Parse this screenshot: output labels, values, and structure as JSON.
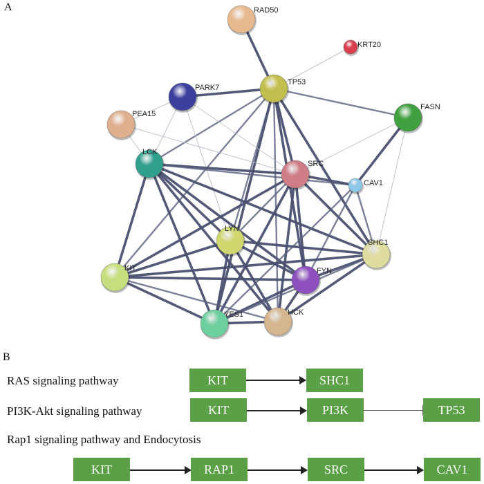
{
  "panel_a": {
    "label": "A",
    "nodes": [
      {
        "id": "RAD50",
        "color": "#e6b98f"
      },
      {
        "id": "KRT20",
        "color": "#d8404e"
      },
      {
        "id": "TP53",
        "color": "#c3bf4e"
      },
      {
        "id": "PARK7",
        "color": "#3b3f9e"
      },
      {
        "id": "PEA15",
        "color": "#dfaf8e"
      },
      {
        "id": "FASN",
        "color": "#3fa040"
      },
      {
        "id": "LCK",
        "color": "#2f9f8e"
      },
      {
        "id": "SRC",
        "color": "#cf7d86"
      },
      {
        "id": "CAV1",
        "color": "#8ec8e8"
      },
      {
        "id": "LYN",
        "color": "#cfd76e"
      },
      {
        "id": "SHC1",
        "color": "#dedc9e"
      },
      {
        "id": "KIT",
        "color": "#c6df7e"
      },
      {
        "id": "FYN",
        "color": "#8e50bf"
      },
      {
        "id": "YES1",
        "color": "#6ecf9e"
      },
      {
        "id": "HCK",
        "color": "#d6b68e"
      }
    ],
    "edges": [
      [
        "RAD50",
        "TP53",
        "strong"
      ],
      [
        "KRT20",
        "TP53",
        "weak"
      ],
      [
        "TP53",
        "PARK7",
        "strong"
      ],
      [
        "TP53",
        "FASN",
        "medium"
      ],
      [
        "TP53",
        "LCK",
        "medium"
      ],
      [
        "TP53",
        "SRC",
        "strong"
      ],
      [
        "TP53",
        "LYN",
        "medium"
      ],
      [
        "TP53",
        "KIT",
        "medium"
      ],
      [
        "TP53",
        "FYN",
        "strong"
      ],
      [
        "TP53",
        "HCK",
        "medium"
      ],
      [
        "TP53",
        "SHC1",
        "strong"
      ],
      [
        "TP53",
        "YES1",
        "strong"
      ],
      [
        "PARK7",
        "PEA15",
        "weak"
      ],
      [
        "PARK7",
        "LCK",
        "weak"
      ],
      [
        "PARK7",
        "SRC",
        "weak"
      ],
      [
        "PARK7",
        "LYN",
        "weak"
      ],
      [
        "PEA15",
        "SRC",
        "weak"
      ],
      [
        "PEA15",
        "LCK",
        "weak"
      ],
      [
        "FASN",
        "CAV1",
        "strong"
      ],
      [
        "FASN",
        "SHC1",
        "weak"
      ],
      [
        "FASN",
        "SRC",
        "weak"
      ],
      [
        "LCK",
        "SRC",
        "strong"
      ],
      [
        "LCK",
        "CAV1",
        "medium"
      ],
      [
        "LCK",
        "LYN",
        "strong"
      ],
      [
        "LCK",
        "KIT",
        "strong"
      ],
      [
        "LCK",
        "FYN",
        "strong"
      ],
      [
        "LCK",
        "YES1",
        "strong"
      ],
      [
        "LCK",
        "HCK",
        "strong"
      ],
      [
        "LCK",
        "SHC1",
        "strong"
      ],
      [
        "SRC",
        "CAV1",
        "strong"
      ],
      [
        "SRC",
        "LYN",
        "medium"
      ],
      [
        "SRC",
        "KIT",
        "strong"
      ],
      [
        "SRC",
        "FYN",
        "strong"
      ],
      [
        "SRC",
        "YES1",
        "strong"
      ],
      [
        "SRC",
        "HCK",
        "strong"
      ],
      [
        "SRC",
        "SHC1",
        "strong"
      ],
      [
        "CAV1",
        "SHC1",
        "medium"
      ],
      [
        "CAV1",
        "FYN",
        "medium"
      ],
      [
        "CAV1",
        "YES1",
        "medium"
      ],
      [
        "LYN",
        "KIT",
        "strong"
      ],
      [
        "LYN",
        "FYN",
        "strong"
      ],
      [
        "LYN",
        "YES1",
        "strong"
      ],
      [
        "LYN",
        "HCK",
        "strong"
      ],
      [
        "LYN",
        "SHC1",
        "strong"
      ],
      [
        "KIT",
        "SHC1",
        "strong"
      ],
      [
        "KIT",
        "FYN",
        "strong"
      ],
      [
        "KIT",
        "YES1",
        "strong"
      ],
      [
        "KIT",
        "HCK",
        "medium"
      ],
      [
        "FYN",
        "YES1",
        "strong"
      ],
      [
        "FYN",
        "HCK",
        "strong"
      ],
      [
        "FYN",
        "SHC1",
        "strong"
      ],
      [
        "YES1",
        "HCK",
        "strong"
      ],
      [
        "HCK",
        "SHC1",
        "strong"
      ],
      [
        "YES1",
        "SHC1",
        "medium"
      ]
    ]
  },
  "panel_b": {
    "label": "B",
    "box_color": "#5b9f46",
    "pathways": [
      {
        "name": "RAS signaling pathway",
        "steps": [
          "KIT",
          "SHC1"
        ],
        "links": [
          "activation"
        ]
      },
      {
        "name": "PI3K-Akt signaling pathway",
        "steps": [
          "KIT",
          "PI3K",
          "TP53"
        ],
        "links": [
          "activation",
          "inhibition"
        ]
      },
      {
        "name": "Rap1 signaling pathway and Endocytosis",
        "steps": [
          "KIT",
          "RAP1",
          "SRC",
          "CAV1"
        ],
        "links": [
          "activation",
          "activation",
          "activation"
        ]
      }
    ]
  }
}
